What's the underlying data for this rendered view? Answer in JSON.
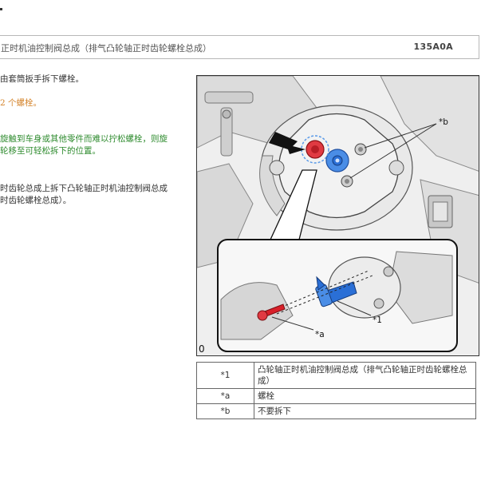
{
  "header": {
    "title": "正时机油控制阀总成（排气凸轮轴正时齿轮螺栓总成）",
    "code": "135A0A"
  },
  "steps": [
    {
      "text": "由套筒扳手拆下螺栓。",
      "color": "#333333"
    },
    {
      "text": "2 个螺栓。",
      "color": "#d4832a"
    },
    {
      "text": "旋触到车身或其他零件而难以拧松螺栓，则旋",
      "color": "#2e8b2e"
    },
    {
      "text": "轮移至可轻松拆下的位置。",
      "color": "#2e8b2e"
    },
    {
      "text": "时齿轮总成上拆下凸轮轴正时机油控制阀总成",
      "color": "#333333"
    },
    {
      "text": "时齿轮螺栓总成）。",
      "color": "#333333"
    }
  ],
  "figure": {
    "labels": {
      "b": "*b",
      "one": "*1",
      "a": "*a",
      "corner": "0"
    },
    "colors": {
      "bolt_red": "#d8202a",
      "valve_blue": "#2a6fd6"
    }
  },
  "legend": [
    {
      "key": "*1",
      "value": "凸轮轴正时机油控制阀总成（排气凸轮轴正时齿轮螺栓总成）"
    },
    {
      "key": "*a",
      "value": "螺栓"
    },
    {
      "key": "*b",
      "value": "不要拆下"
    }
  ]
}
